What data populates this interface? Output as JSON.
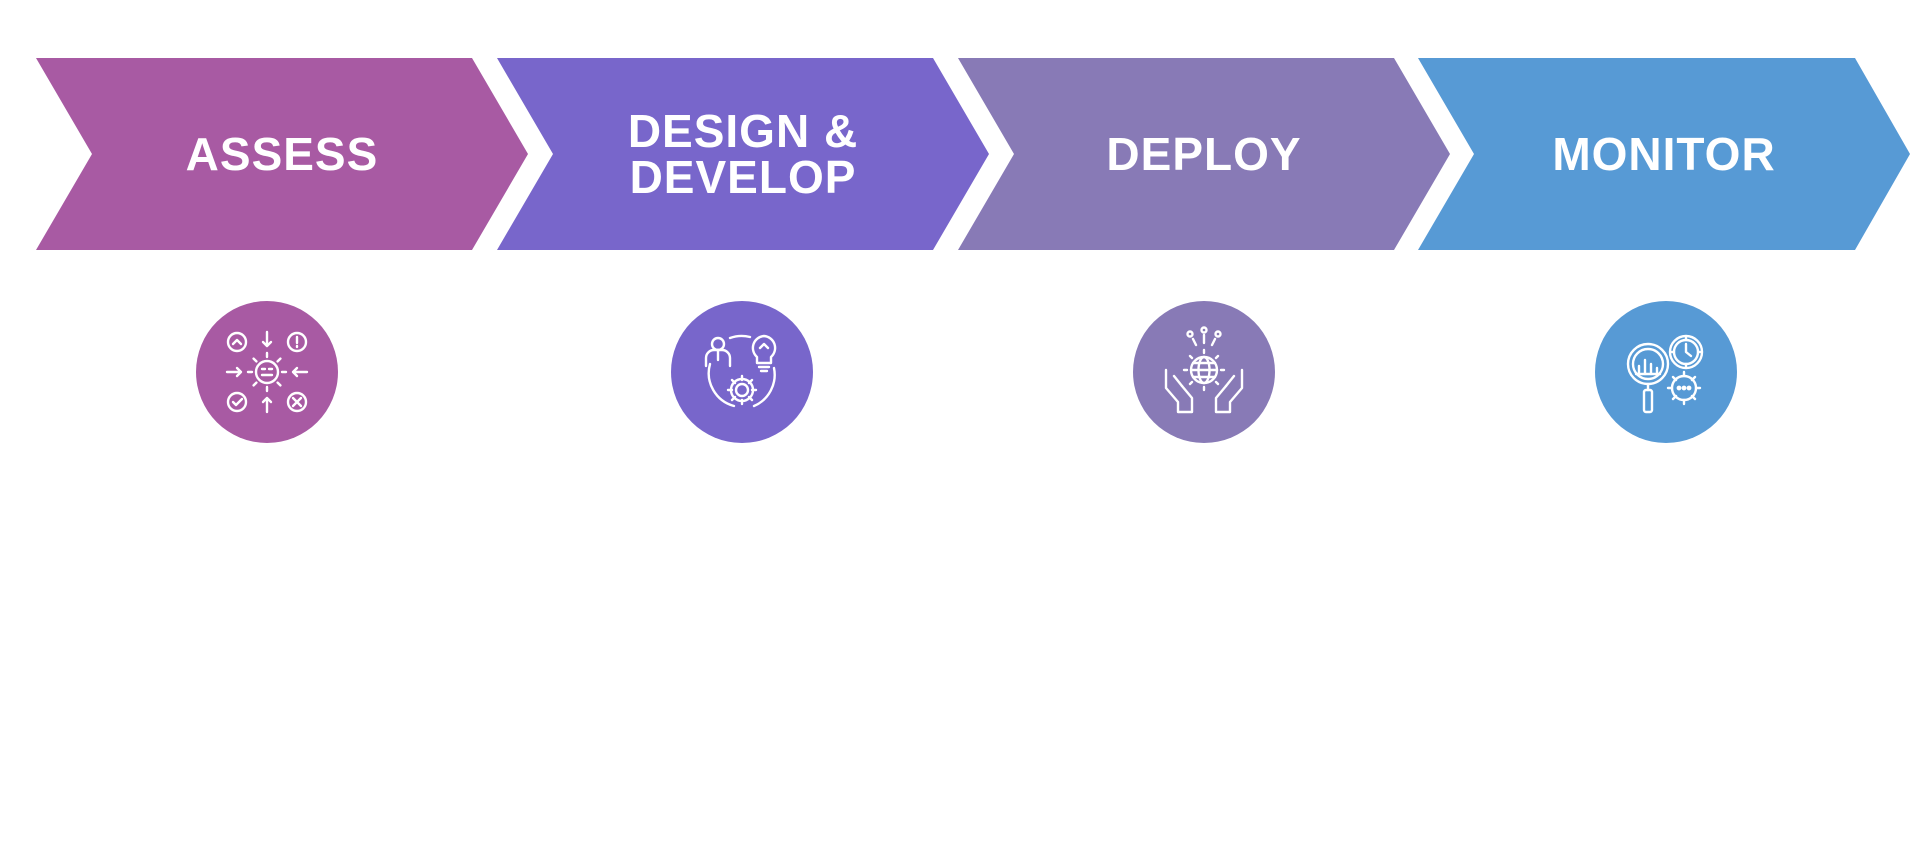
{
  "steps": [
    {
      "label": "ASSESS",
      "color": "#a85aa3",
      "icon": "assessment-gear-icon"
    },
    {
      "label": "DESIGN &\nDEVELOP",
      "color": "#7866cb",
      "icon": "design-idea-gear-icon"
    },
    {
      "label": "DEPLOY",
      "color": "#887ab6",
      "icon": "hands-globe-gear-icon"
    },
    {
      "label": "MONITOR",
      "color": "#579ad5",
      "icon": "magnifier-chart-clock-icon"
    }
  ]
}
